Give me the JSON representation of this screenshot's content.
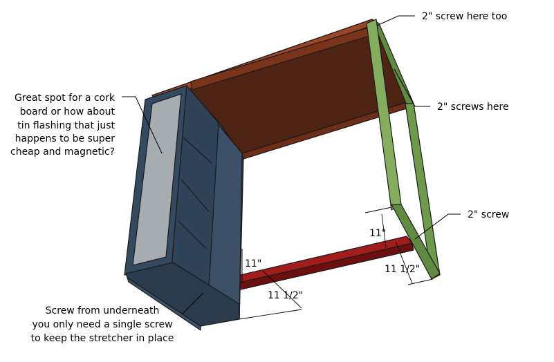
{
  "annotations": {
    "cork_board": [
      "Great spot for a cork",
      "board or how about",
      "tin flashing that just",
      "happens to be super",
      "cheap and magnetic?"
    ],
    "screw_top": "2\" screw here too",
    "screws_here": "2\" screws here",
    "screw_lower": "2\" screw",
    "underneath": [
      "Screw from underneath",
      "you only need a single screw",
      "to keep the stretcher in place"
    ]
  },
  "dimensions": {
    "left_height": "11\"",
    "left_width": "11 1/2\"",
    "right_height": "11\"",
    "right_width": "11 1/2\""
  },
  "colors": {
    "desktop_top": "#4f2414",
    "desktop_edge": "#8b3a22",
    "cabinet": "#2e3f52",
    "cabinet_light": "#3c5168",
    "panel": "#a7acb1",
    "leg_frame": "#7fa85a",
    "leg_frame_dark": "#5f8a40",
    "stretcher": "#8c1616"
  }
}
